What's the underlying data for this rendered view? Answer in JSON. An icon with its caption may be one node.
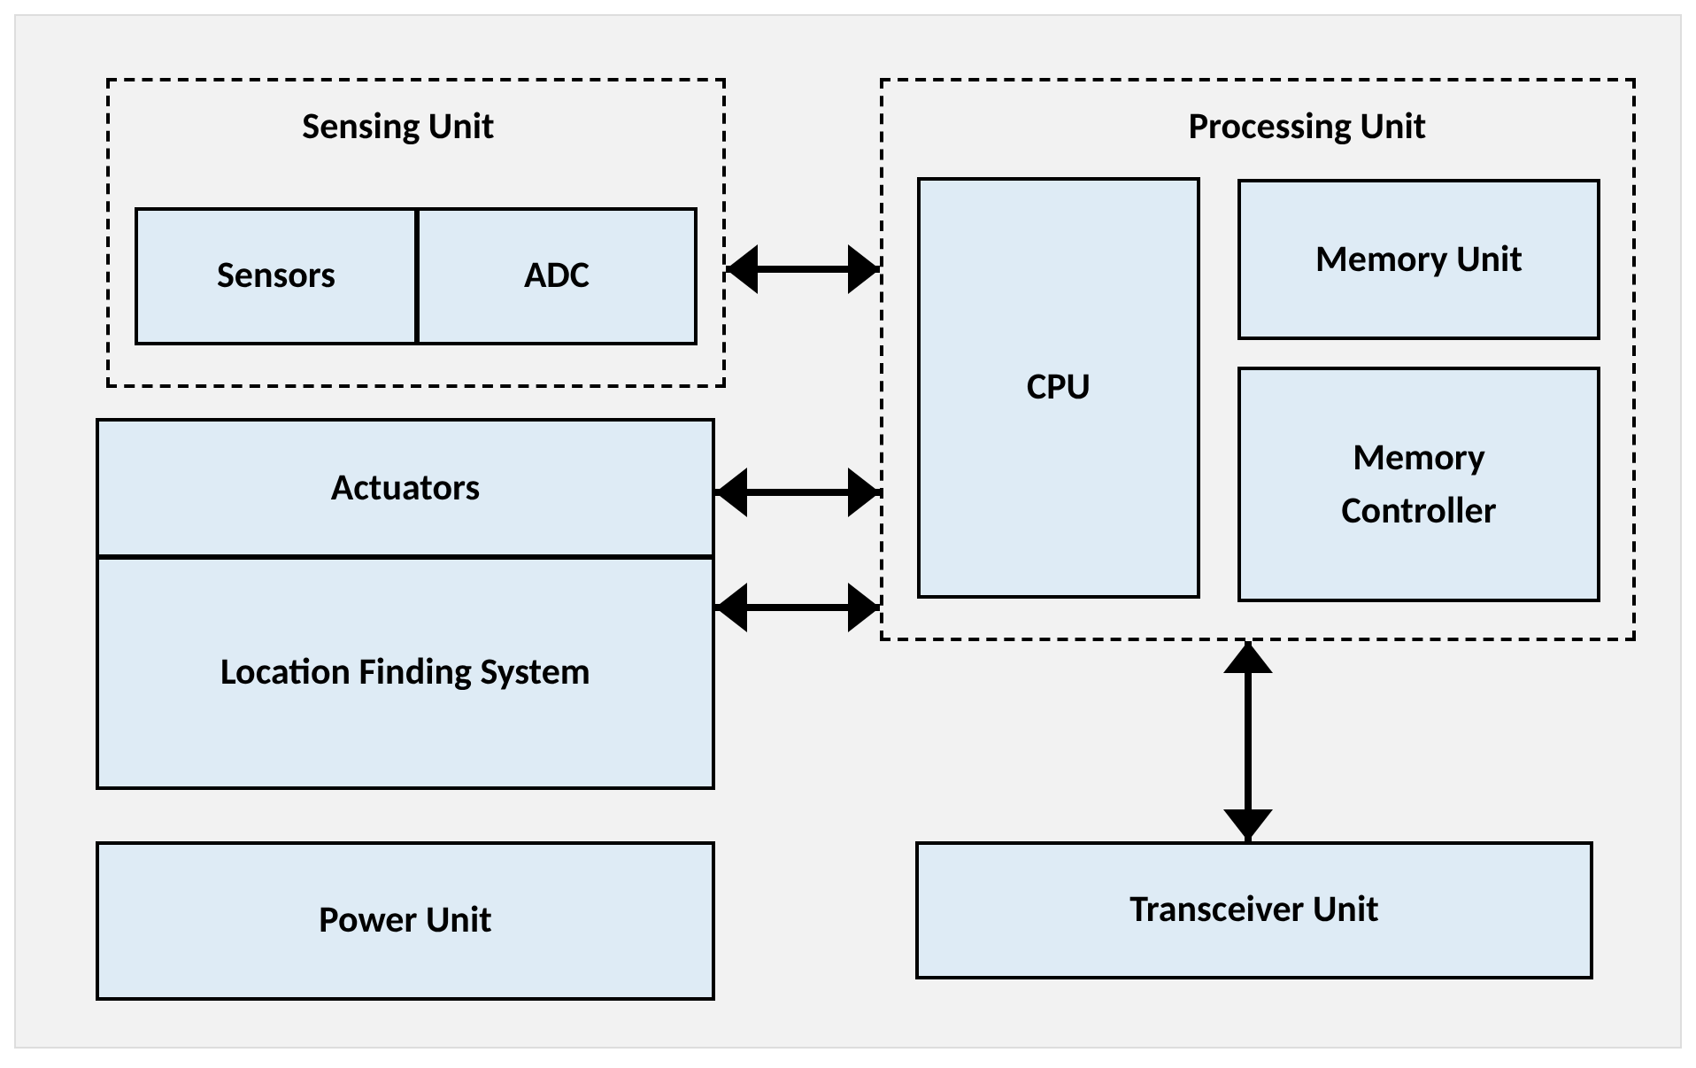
{
  "diagram": {
    "nodes": [
      {
        "text": [
          "Sensing Unit"
        ]
      },
      {
        "text": [
          "Sensors"
        ],
        "in": 0
      },
      {
        "text": [
          "ADC"
        ],
        "in": 0
      },
      {
        "text": [
          "Actuators"
        ]
      },
      {
        "text": [
          "Location Finding System"
        ]
      },
      {
        "text": [
          "Processing Unit"
        ]
      },
      {
        "text": [
          "CPU"
        ],
        "in": 5
      },
      {
        "text": [
          "Memory Unit"
        ],
        "in": 5
      },
      {
        "text": [
          "Memory Controller"
        ],
        "in": 5
      },
      {
        "text": [
          "Power Unit"
        ]
      },
      {
        "text": [
          "Transceiver Unit"
        ]
      }
    ],
    "edges": [
      {
        "from": 0,
        "to": 5,
        "arrow": "both"
      },
      {
        "from": 3,
        "to": 5,
        "arrow": "both"
      },
      {
        "from": 4,
        "to": 5,
        "arrow": "both"
      },
      {
        "from": 5,
        "to": 10,
        "arrow": "both"
      }
    ]
  }
}
